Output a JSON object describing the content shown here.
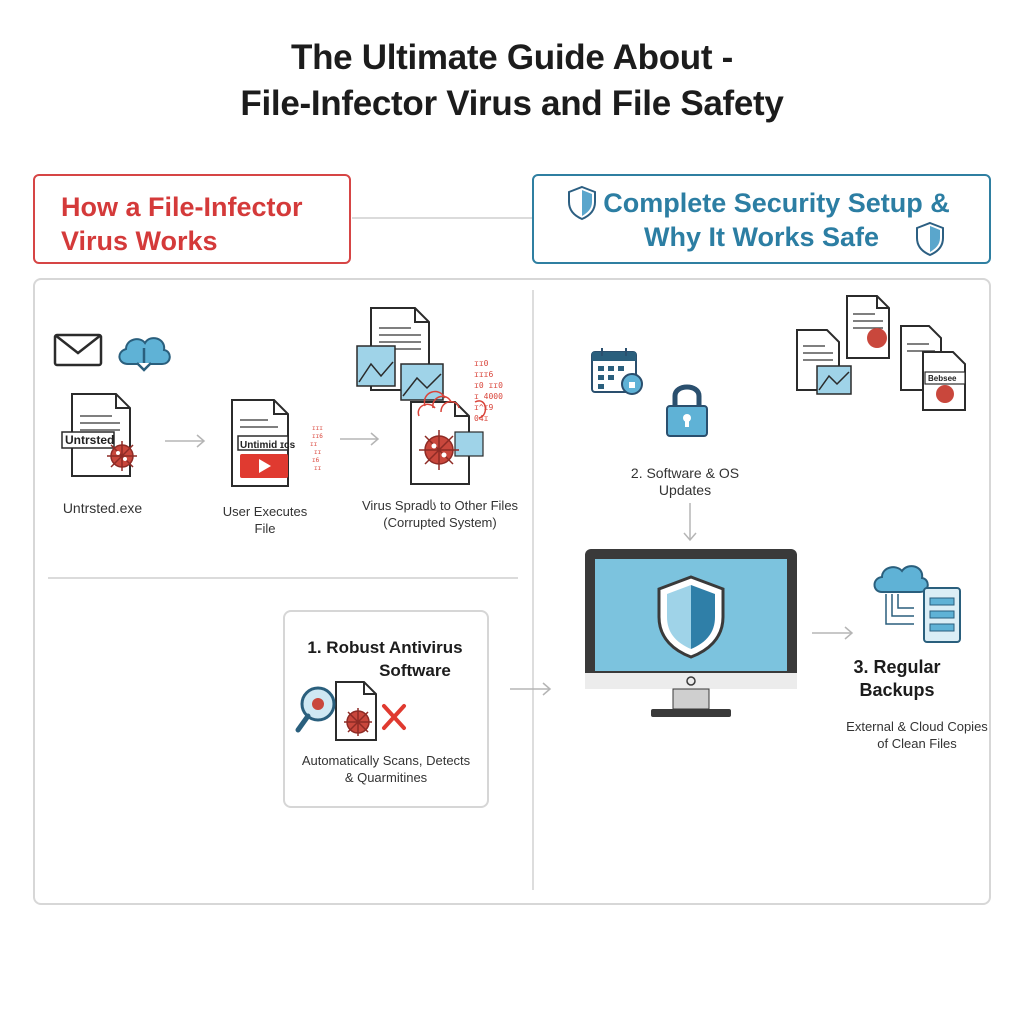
{
  "title": {
    "line1": "The Ultimate Guide About -",
    "line2": "File-Infector Virus and File Safety"
  },
  "left_header": {
    "line1": "How a File-Infector",
    "line2": "Virus Works"
  },
  "right_header": {
    "line1": "Complete Security Setup &",
    "line2": "Why It Works Safe"
  },
  "infection": {
    "step1_file_tag": "Untrsted",
    "step1_label": "Untrsted.exe",
    "step2_file_tag": "Untimid ɪcs",
    "step2_label_line1": "User Executes",
    "step2_label_line2": "File",
    "step3_label_line1": "Virus Spradს to Other Files",
    "step3_label_line2": "(Corrupted System)",
    "step3_code": [
      "ɪɪ0",
      "ɪɪɪ6",
      "ɪ0 ɪɪ0",
      "ɪ 4000",
      "ɪ^ɪ9",
      "04ɪ"
    ]
  },
  "antivirus": {
    "title_line1": "1. Robust Antivirus",
    "title_line2": "Software",
    "desc_line1": "Automatically Scans, Detects",
    "desc_line2": "& Quarmitines"
  },
  "updates": {
    "title_line1": "2. Software & OS",
    "title_line2": "Updates"
  },
  "backups": {
    "title_line1": "3. Regular",
    "title_line2": "Backups",
    "desc_line1": "External & Cloud Copies",
    "desc_line2": "of Clean Files"
  },
  "backup_file_tag": "Bebsee",
  "colors": {
    "red": "#d43a3a",
    "blue": "#2c7ea3",
    "light_blue": "#5fb2d6",
    "screen_blue": "#7cc3de",
    "grey_border": "#d7d7d7"
  },
  "icons": [
    "envelope-icon",
    "cloud-download-icon",
    "infected-file-icon",
    "video-file-icon",
    "virus-icon",
    "calendar-icon",
    "padlock-icon",
    "shield-icon",
    "monitor-icon",
    "cloud-icon",
    "server-icon",
    "magnifier-icon",
    "cross-icon"
  ]
}
